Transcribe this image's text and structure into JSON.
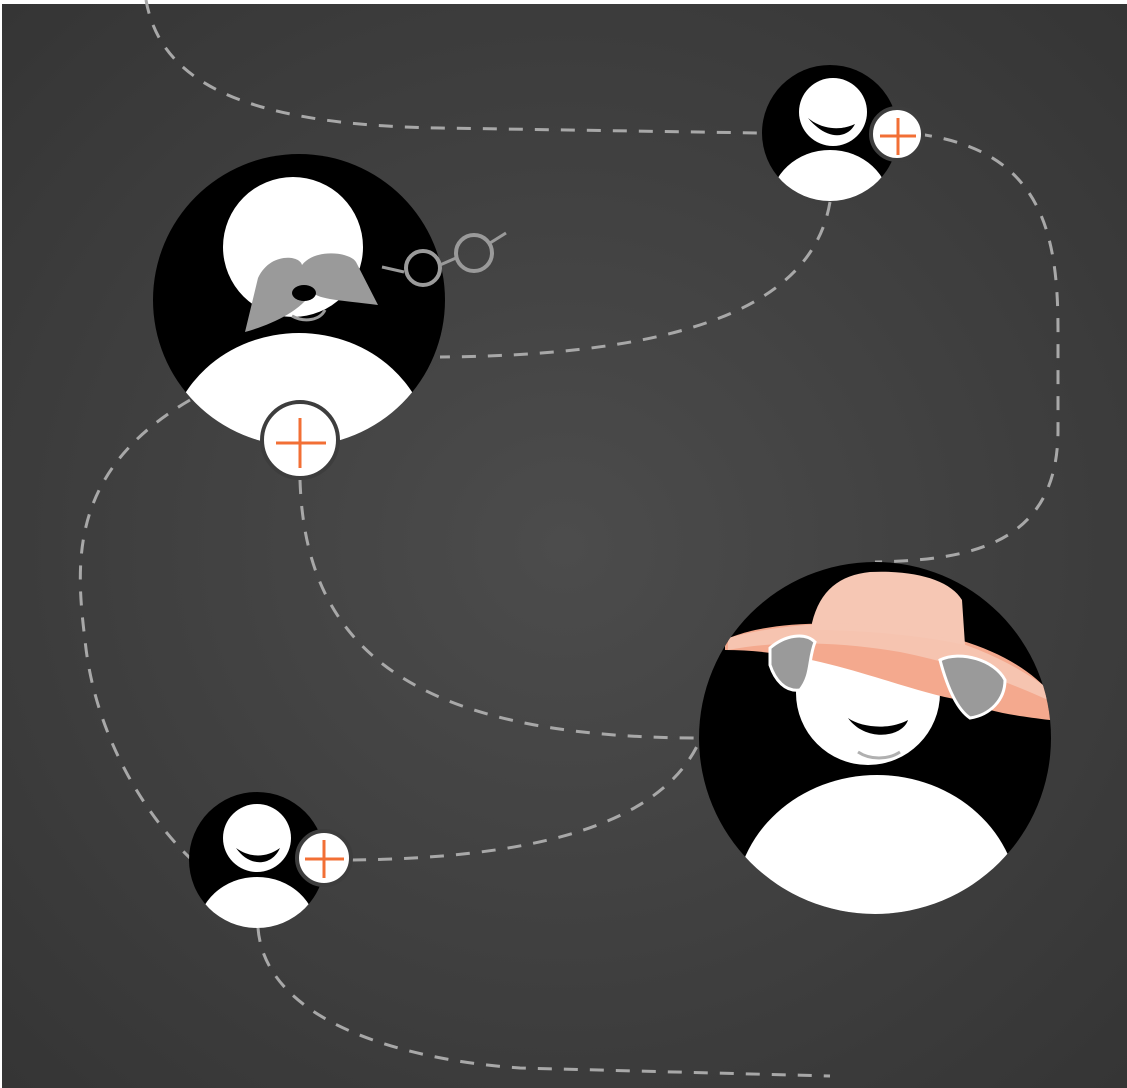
{
  "colors": {
    "background_center": "#4c4c4c",
    "background_edge": "#353535",
    "avatar_fill": "#000000",
    "figure_fill": "#ffffff",
    "connector": "#a8a8a8",
    "hair_gray": "#9a9a9a",
    "hat_peach": "#f6c7b4",
    "hat_brim": "#f4a98e",
    "plus_orange": "#f26f35"
  },
  "nodes": [
    {
      "id": "elder-man-with-glasses",
      "icon": "elderly-man-with-mustache-and-glasses-icon",
      "has_add_button": true
    },
    {
      "id": "young-person-top-right",
      "icon": "young-person-icon",
      "has_add_button": true
    },
    {
      "id": "elder-woman-with-hat",
      "icon": "elderly-woman-with-sun-hat-icon",
      "has_add_button": false
    },
    {
      "id": "young-person-bottom-left",
      "icon": "young-person-icon",
      "has_add_button": true
    }
  ],
  "add_button_icon": "plus-icon"
}
